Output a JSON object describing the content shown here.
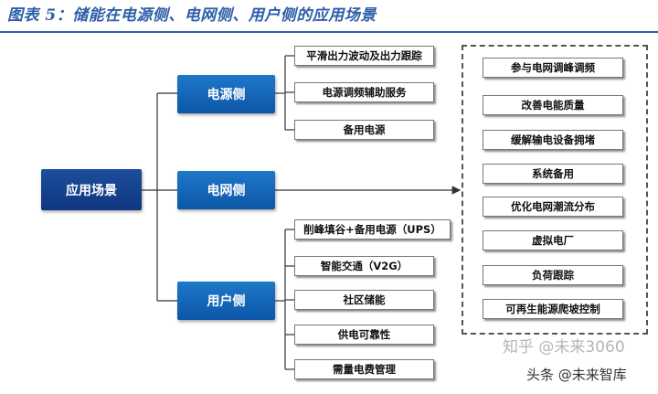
{
  "title": "图表 5：储能在电源侧、电网侧、用户侧的应用场景",
  "root": "应用场景",
  "categories": {
    "source": "电源侧",
    "grid": "电网侧",
    "user": "用户侧"
  },
  "source_items": [
    "平滑出力波动及出力跟踪",
    "电源调频辅助服务",
    "备用电源"
  ],
  "user_items": [
    "削峰填谷+备用电源（UPS）",
    "智能交通（V2G）",
    "社区储能",
    "供电可靠性",
    "需量电费管理"
  ],
  "grid_items": [
    "参与电网调峰调频",
    "改善电能质量",
    "缓解输电设备拥堵",
    "系统备用",
    "优化电网潮流分布",
    "虚拟电厂",
    "负荷跟踪",
    "可再生能源爬坡控制"
  ],
  "watermarks": {
    "zhihu": "知乎 @未来3060",
    "toutiao": "头条 @未来智库"
  },
  "colors": {
    "title": "#2d5fa8",
    "category_box": "#0d56a8",
    "root_box": "#0f3680"
  }
}
